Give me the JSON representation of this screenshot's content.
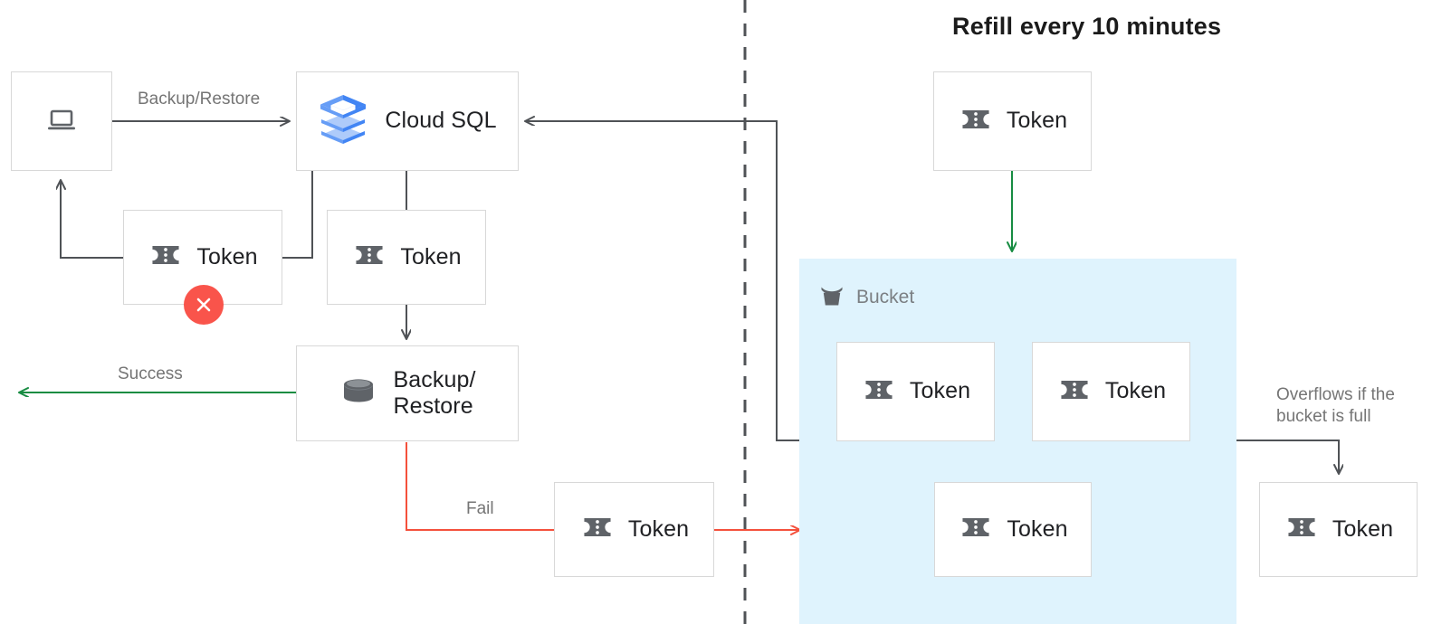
{
  "diagram": {
    "title": "Refill every 10 minutes",
    "colors": {
      "success_green": "#178c42",
      "fail_red": "#f4503c",
      "connector_gray": "#4f5256",
      "bucket_fill": "#dff3fd",
      "box_border": "#d8d8d8",
      "label_gray": "#757575",
      "icon_gray": "#5f6368",
      "badge_red": "#f9544b",
      "cloudsql_blue": "#4285f4"
    },
    "nodes": {
      "client": {
        "label": "",
        "icon": "laptop-icon"
      },
      "cloud_sql": {
        "label": "Cloud SQL",
        "icon": "cloud-sql-icon"
      },
      "token_rejected": {
        "label": "Token",
        "icon": "token-icon",
        "badge": "error-x-icon"
      },
      "token_accepted": {
        "label": "Token",
        "icon": "token-icon"
      },
      "backup_restore": {
        "label": "Backup/\nRestore",
        "icon": "database-icon"
      },
      "token_fail": {
        "label": "Token",
        "icon": "token-icon"
      },
      "token_refill": {
        "label": "Token",
        "icon": "token-icon"
      },
      "token_bucket_1": {
        "label": "Token",
        "icon": "token-icon"
      },
      "token_bucket_2": {
        "label": "Token",
        "icon": "token-icon"
      },
      "token_bucket_3": {
        "label": "Token",
        "icon": "token-icon"
      },
      "token_overflow": {
        "label": "Token",
        "icon": "token-icon"
      }
    },
    "bucket": {
      "label": "Bucket",
      "icon": "bucket-icon"
    },
    "edges": {
      "backup_restore": "Backup/Restore",
      "success": "Success",
      "fail": "Fail",
      "overflow": "Overflows if the\nbucket is full"
    }
  }
}
